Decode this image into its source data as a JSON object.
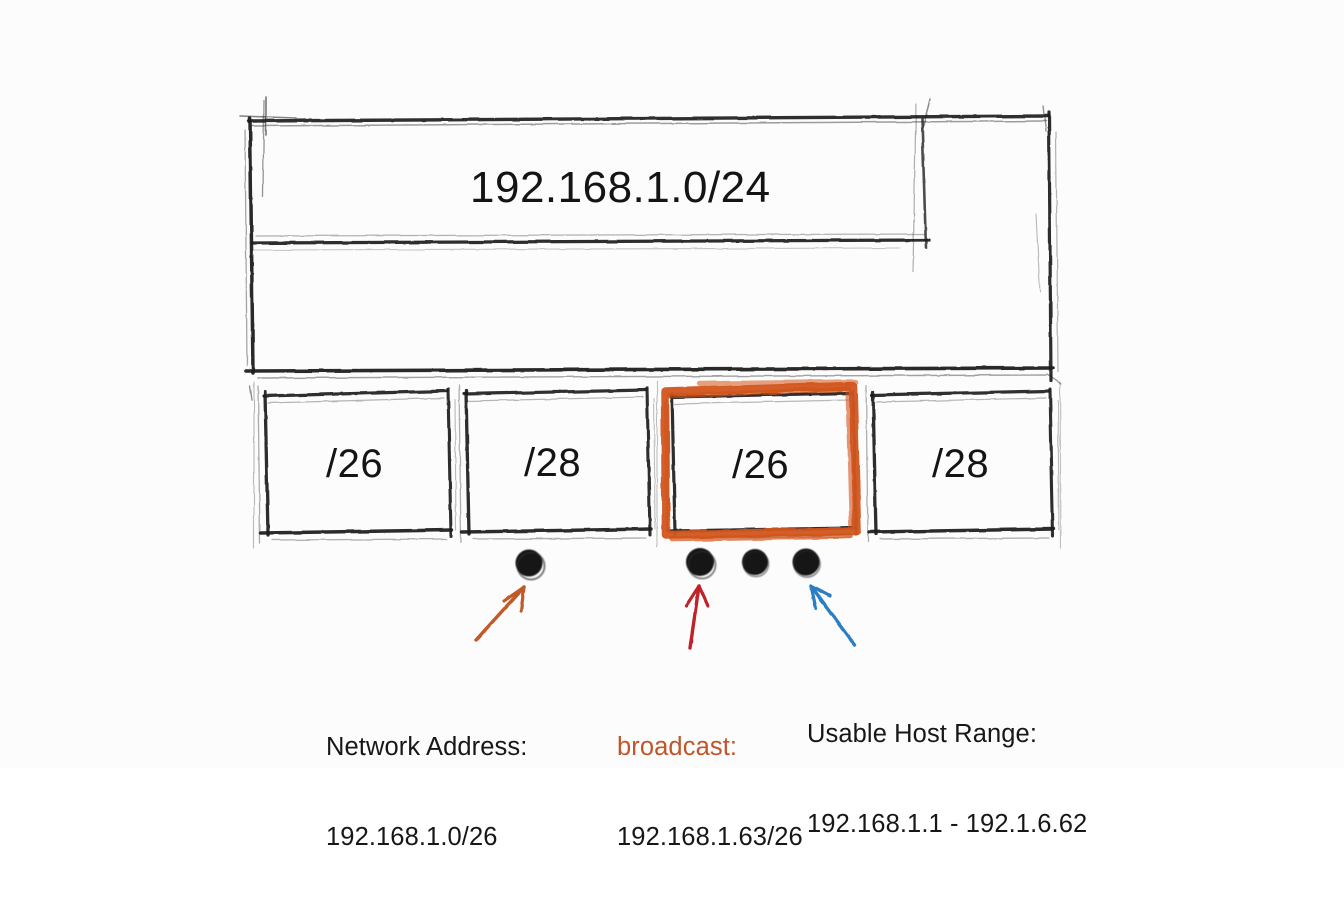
{
  "diagram": {
    "style": "hand-drawn-sketch",
    "background_color": "#fcfcfc",
    "ink_color": "#1b1b1b",
    "highlight_color": "#d2541a",
    "supernet": {
      "label": "192.168.1.0/24"
    },
    "subnets": [
      {
        "label": "/26",
        "highlighted": false
      },
      {
        "label": "/28",
        "highlighted": false
      },
      {
        "label": "/26",
        "highlighted": true
      },
      {
        "label": "/28",
        "highlighted": false
      }
    ],
    "markers": [
      {
        "name": "network-address-dot"
      },
      {
        "name": "broadcast-dot"
      },
      {
        "name": "middle-dot"
      },
      {
        "name": "usable-host-range-dot"
      }
    ],
    "annotations": [
      {
        "name": "network-address",
        "title": "Network Address:",
        "value": "192.168.1.0/26",
        "title_color": "#17171a",
        "arrow_color": "#c05a28"
      },
      {
        "name": "broadcast",
        "title": "broadcast:",
        "value": "192.168.1.63/26",
        "title_color": "#c0562a",
        "arrow_color": "#c0202a"
      },
      {
        "name": "usable-host-range",
        "title": "Usable Host Range:",
        "value": "192.168.1.1 - 192.1.6.62",
        "title_color": "#17171a",
        "arrow_color": "#2b7ec1"
      }
    ]
  }
}
